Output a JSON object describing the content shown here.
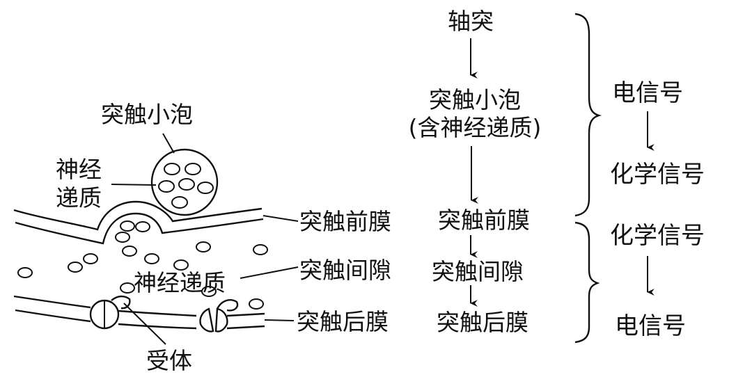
{
  "left_diagram": {
    "vesicle_label": "突触小泡",
    "neurotransmitter_label_line1": "神经",
    "neurotransmitter_label_line2": "递质",
    "presynaptic_membrane_label": "突触前膜",
    "synaptic_cleft_label": "突触间隙",
    "postsynaptic_membrane_label": "突触后膜",
    "cleft_neurotransmitter_label": "神经递质",
    "receptor_label": "受体"
  },
  "flow": {
    "axon": "轴突",
    "vesicle": "突触小泡",
    "vesicle_note": "(含神经递质)",
    "presynaptic": "突触前膜",
    "cleft": "突触间隙",
    "postsynaptic": "突触后膜"
  },
  "signals": {
    "upper_from": "电信号",
    "upper_to": "化学信号",
    "lower_from": "化学信号",
    "lower_to": "电信号"
  },
  "colors": {
    "ink": "#111111",
    "background": "#ffffff"
  }
}
